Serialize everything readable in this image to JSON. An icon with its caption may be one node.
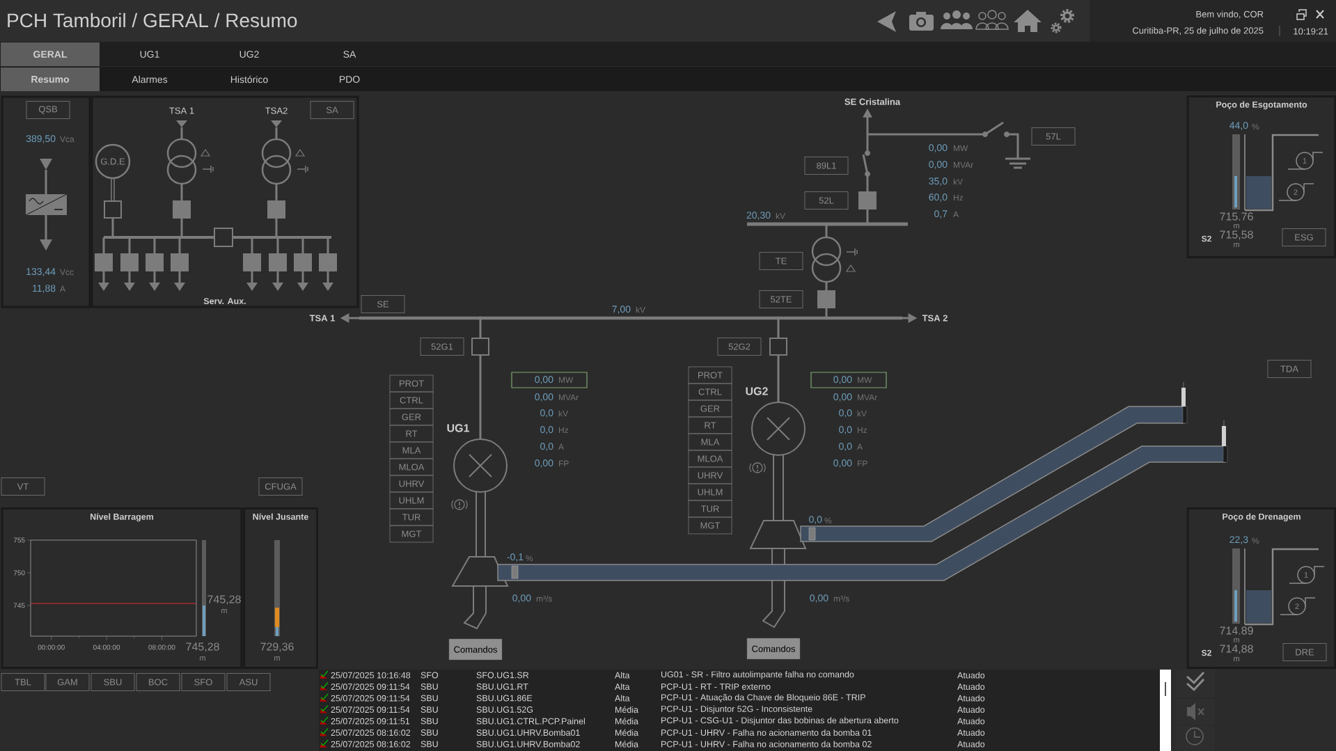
{
  "diagram": {
    "title": "PCH Tamboril / GERAL / Resumo",
    "nodes": [
      {
        "text": [
          "GERAL"
        ]
      },
      {
        "text": [
          "UG1"
        ]
      },
      {
        "text": [
          "UG2"
        ]
      },
      {
        "text": [
          "SA"
        ]
      },
      {
        "text": [
          "Resumo"
        ]
      },
      {
        "text": [
          "Alarmes"
        ]
      },
      {
        "text": [
          "Histórico"
        ]
      },
      {
        "text": [
          "PDO"
        ]
      },
      {
        "text": [],
        "shape": "box"
      },
      {
        "text": [
          "QSB"
        ],
        "in": 8
      },
      {
        "text": [
          "Serv. Aux."
        ]
      },
      {
        "text": [
          "SA"
        ],
        "in": 10
      },
      {
        "text": [
          "G.D.E"
        ],
        "in": 10
      },
      {
        "text": [
          "SE"
        ]
      },
      {
        "text": [
          "TSA 1"
        ]
      },
      {
        "text": [
          "TSA 2"
        ]
      },
      {
        "text": [
          "SE Cristalina"
        ]
      },
      {
        "text": [
          "89L1"
        ]
      },
      {
        "text": [
          "52L"
        ]
      },
      {
        "text": [
          "57L"
        ]
      },
      {
        "text": [
          "TE"
        ]
      },
      {
        "text": [
          "52TE"
        ]
      },
      {
        "text": [
          "52G1"
        ]
      },
      {
        "text": [
          "52G2"
        ]
      },
      {
        "text": [
          "Poço de Esgotamento"
        ]
      },
      {
        "text": [
          "ESG"
        ],
        "in": 24
      },
      {
        "text": [
          "TDA"
        ]
      },
      {
        "text": [],
        "shape": "circle",
        "beside": [
          "UG1"
        ]
      },
      {
        "text": [],
        "shape": "circle",
        "beside": [
          "UG2"
        ]
      },
      {
        "text": [
          "PROT"
        ]
      },
      {
        "text": [
          "CTRL"
        ]
      },
      {
        "text": [
          "GER"
        ]
      },
      {
        "text": [
          "RT"
        ]
      },
      {
        "text": [
          "MLA"
        ]
      },
      {
        "text": [
          "MLOA"
        ]
      },
      {
        "text": [
          "UHRV"
        ]
      },
      {
        "text": [
          "UHLM"
        ]
      },
      {
        "text": [
          "TUR"
        ]
      },
      {
        "text": [
          "MGT"
        ]
      },
      {
        "text": [
          "PROT"
        ]
      },
      {
        "text": [
          "CTRL"
        ]
      },
      {
        "text": [
          "GER"
        ]
      },
      {
        "text": [
          "RT"
        ]
      },
      {
        "text": [
          "MLA"
        ]
      },
      {
        "text": [
          "MLOA"
        ]
      },
      {
        "text": [
          "UHRV"
        ]
      },
      {
        "text": [
          "UHLM"
        ]
      },
      {
        "text": [
          "TUR"
        ]
      },
      {
        "text": [
          "MGT"
        ]
      },
      {
        "text": [
          "0,00",
          "MW"
        ]
      },
      {
        "text": [
          "0,00",
          "MW"
        ]
      },
      {
        "text": [
          "VT"
        ]
      },
      {
        "text": [
          "CFUGA"
        ]
      },
      {
        "text": [
          "Nível Barragem"
        ]
      },
      {
        "text": [
          "Nível Jusante"
        ]
      },
      {
        "text": [
          "Comandos"
        ]
      },
      {
        "text": [
          "Comandos"
        ]
      },
      {
        "text": [
          "Poço de Drenagem"
        ]
      },
      {
        "text": [
          "DRE"
        ],
        "in": 57
      },
      {
        "text": [
          "TBL"
        ]
      },
      {
        "text": [
          "GAM"
        ]
      },
      {
        "text": [
          "SBU"
        ]
      },
      {
        "text": [
          "BOC"
        ]
      },
      {
        "text": [
          "SFO"
        ]
      },
      {
        "text": [
          "ASU"
        ]
      },
      {
        "text": [],
        "shape": "bar"
      },
      {
        "text": [],
        "shape": "box"
      },
      {
        "text": [],
        "shape": "box"
      },
      {
        "text": [],
        "shape": "box"
      }
    ],
    "edges": [
      {
        "from": 65,
        "to": 14,
        "arrow": "to"
      },
      {
        "from": 65,
        "to": 15,
        "arrow": "to"
      },
      {
        "from": null,
        "to": 16,
        "arrow": "to"
      },
      {
        "from": 65,
        "to": 66,
        "arrow": "none"
      },
      {
        "from": 66,
        "to": 27,
        "arrow": "none"
      },
      {
        "from": 65,
        "to": 67,
        "arrow": "none"
      },
      {
        "from": 67,
        "to": 28,
        "arrow": "none"
      },
      {
        "from": 68,
        "to": 65,
        "arrow": "none"
      }
    ],
    "labels": [
      "Bem vindo, COR",
      "Curitiba-PR, 25 de julho de 2025",
      "10:19:21",
      "389,50",
      "Vca",
      "133,44",
      "Vcc",
      "11,88",
      "A",
      "TSA 1",
      "TSA2",
      "7,00",
      "kV",
      "20,30",
      "kV",
      "0,00",
      "MW",
      "0,00",
      "MVAr",
      "35,0",
      "kV",
      "60,0",
      "Hz",
      "0,7",
      "A",
      "44,0",
      "%",
      "715.76",
      "m",
      "S2",
      "715,58",
      "m",
      "1",
      "2",
      "0,00",
      "MVAr",
      "0,0",
      "kV",
      "0,0",
      "Hz",
      "0,0",
      "A",
      "0,00",
      "FP",
      "-0,1",
      "%",
      "0,00",
      "m³/s",
      "0,00",
      "MVAr",
      "0,0",
      "kV",
      "0,0",
      "Hz",
      "0,0",
      "A",
      "0,00",
      "FP",
      "0,0",
      "%",
      "0,00",
      "m³/s",
      "745,28",
      "m",
      "745,28",
      "m",
      "729,36",
      "m",
      "22,3",
      "%",
      "714.89",
      "m",
      "S2",
      "714,88",
      "m",
      "1",
      "2",
      "25/07/2025 10:16:48",
      "SFO",
      "SFO.UG1.SR",
      "Alta",
      "UG01 - SR - Filtro autolimpante falha no comando",
      "Atuado",
      "25/07/2025 09:11:54",
      "SBU",
      "SBU.UG1.RT",
      "Alta",
      "PCP-U1 - RT - TRIP externo",
      "Atuado",
      "25/07/2025 09:11:54",
      "SBU",
      "SBU.UG1.86E",
      "Alta",
      "PCP-U1 - Atuação da Chave de Bloqueio 86E - TRIP",
      "Atuado",
      "25/07/2025 09:11:54",
      "SBU",
      "SBU.UG1.52G",
      "Média",
      "PCP-U1 - Disjuntor 52G - Inconsistente",
      "Atuado",
      "25/07/2025 09:11:51",
      "SBU",
      "SBU.UG1.CTRL.PCP.Painel",
      "Média",
      "PCP-U1 - CSG-U1 - Disjuntor das bobinas de abertura aberto",
      "Atuado",
      "25/07/2025 08:16:02",
      "SBU",
      "SBU.UG1.UHRV.Bomba01",
      "Média",
      "PCP-U1 - UHRV - Falha no acionamento da bomba 01",
      "Atuado",
      "25/07/2025 08:16:02",
      "SBU",
      "SBU.UG1.UHRV.Bomba02",
      "Média",
      "PCP-U1 - UHRV - Falha no acionamento da bomba 02",
      "Atuado"
    ],
    "chart_data": {
      "type": "line",
      "x": [
        -1.5,
        10.5
      ],
      "series": [
        {
          "color": "#e03030",
          "values": [
            745.3,
            745.3
          ]
        }
      ],
      "xlim": [
        -1.5,
        10.5
      ],
      "ylim": [
        740.3,
        755
      ],
      "xticks": [
        {
          "value": 0,
          "label": "00:00:00"
        },
        {
          "value": 4,
          "label": "04:00:00"
        },
        {
          "value": 8,
          "label": "08:00:00"
        }
      ],
      "yticks": [
        745,
        750,
        755
      ]
    }
  }
}
